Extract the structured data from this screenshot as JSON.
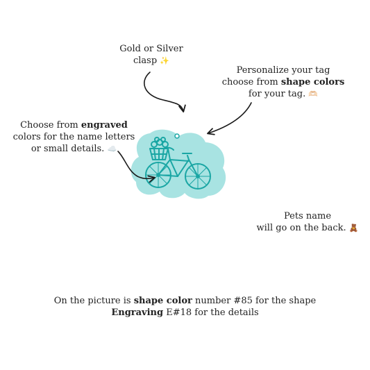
{
  "notes": {
    "clasp": {
      "line1": "Gold or Silver",
      "line2": "clasp",
      "emoji": "✨"
    },
    "shape": {
      "line1": "Personalize your tag",
      "line2_pre": "choose from ",
      "line2_bold": "shape colors",
      "line3": "for your tag.",
      "emoji": "🫶🏻"
    },
    "engraving": {
      "line1_pre": "Choose from ",
      "line1_bold": "engraved",
      "line2": "colors for the name letters",
      "line3": "or small details.",
      "emoji": "☁️"
    },
    "back": {
      "line1": "Pets name",
      "line2": "will go on the back.",
      "emoji": "🧸"
    }
  },
  "bottom": {
    "line1_pre": "On the picture is ",
    "line1_bold": "shape color",
    "line1_post": " number #85 for the shape",
    "line2_bold": "Engraving",
    "line2_post": " E#18 for the details"
  },
  "colors": {
    "tag_fill": "#a8e3e2",
    "engraving": "#1aa6a4",
    "arrow": "#1a1a1a"
  },
  "icons": {
    "tag": "bicycle-tag-icon",
    "sparkles": "sparkles-icon",
    "heart_hands": "heart-hands-icon",
    "cloud": "cloud-icon",
    "bear": "teddy-bear-icon"
  }
}
